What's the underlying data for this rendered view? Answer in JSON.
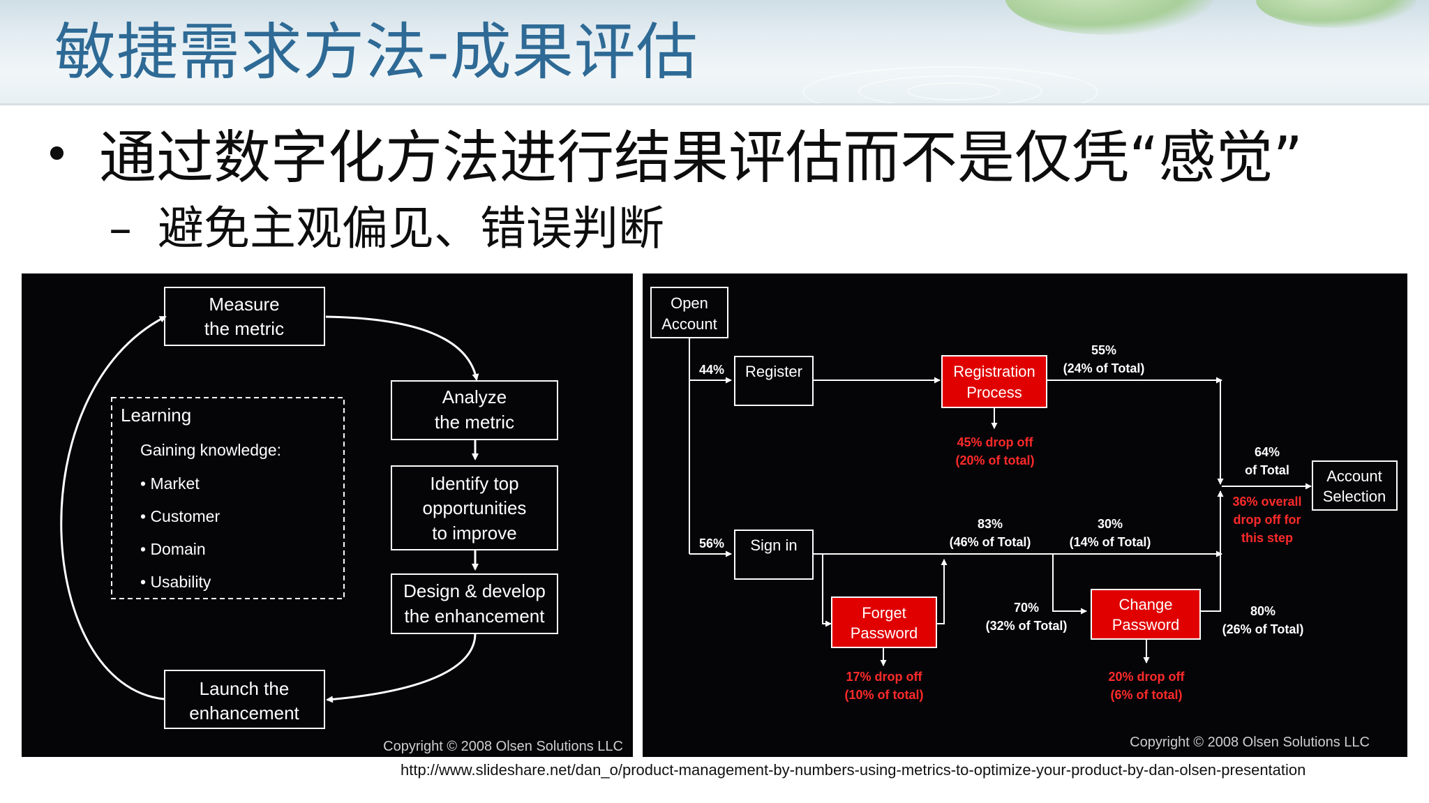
{
  "slide": {
    "title": "敏捷需求方法-成果评估",
    "bullets": [
      {
        "marker": "•",
        "text": "通过数字化方法进行结果评估而不是仅凭“感觉”"
      },
      {
        "marker": "–",
        "text": "避免主观偏见、错误判断"
      }
    ],
    "source_url": "http://www.slideshare.net/dan_o/product-management-by-numbers-using-metrics-to-optimize-your-product-by-dan-olsen-presentation"
  },
  "colors": {
    "title": "#2e6a95",
    "panel_bg": "#050508",
    "box_red": "#e00000",
    "dropoff_text": "#ff2a2a"
  },
  "cycle_diagram": {
    "steps": [
      [
        "Measure",
        "the metric"
      ],
      [
        "Analyze",
        "the metric"
      ],
      [
        "Identify top",
        "opportunities",
        "to improve"
      ],
      [
        "Design & develop",
        "the enhancement"
      ],
      [
        "Launch the",
        "enhancement"
      ]
    ],
    "learning": {
      "title": "Learning",
      "subtitle": "Gaining knowledge:",
      "items": [
        "• Market",
        "• Customer",
        "• Domain",
        "• Usability"
      ]
    },
    "copyright": "Copyright © 2008 Olsen Solutions LLC"
  },
  "funnel_diagram": {
    "nodes": {
      "open_account": [
        "Open",
        "Account"
      ],
      "register": [
        "Register"
      ],
      "registration_process": [
        "Registration",
        "Process"
      ],
      "sign_in": [
        "Sign in"
      ],
      "forget_password": [
        "Forget",
        "Password"
      ],
      "change_password": [
        "Change",
        "Password"
      ],
      "account_selection": [
        "Account",
        "Selection"
      ]
    },
    "labels": {
      "register_share": "44%",
      "signin_share": "56%",
      "reg_pass": [
        "55%",
        "(24% of Total)"
      ],
      "reg_drop": [
        "45% drop off",
        "(20% of total)"
      ],
      "total_reach": [
        "64%",
        "of Total"
      ],
      "overall_drop": [
        "36% overall",
        "drop off for",
        "this step"
      ],
      "signin_pass": [
        "83%",
        "(46% of Total)"
      ],
      "signin_direct": [
        "30%",
        "(14% of Total)"
      ],
      "forget_drop": [
        "17% drop off",
        "(10% of total)"
      ],
      "to_change": [
        "70%",
        "(32% of Total)"
      ],
      "change_pass": [
        "80%",
        "(26% of Total)"
      ],
      "change_drop": [
        "20% drop off",
        "(6% of total)"
      ]
    },
    "copyright": "Copyright © 2008 Olsen Solutions LLC"
  }
}
